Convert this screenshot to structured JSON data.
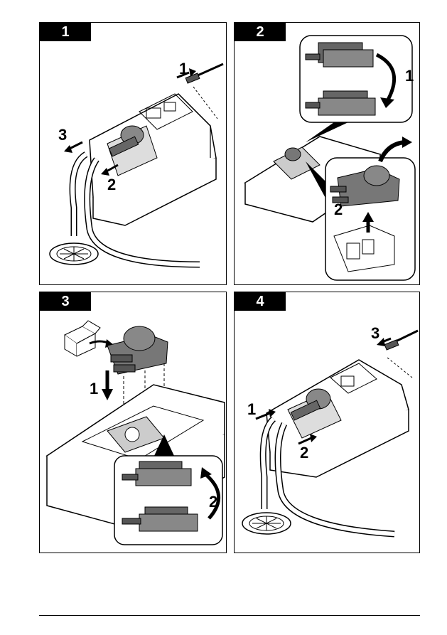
{
  "steps": [
    {
      "number": "1",
      "callouts": [
        "1",
        "2",
        "3"
      ]
    },
    {
      "number": "2",
      "callouts": [
        "1",
        "2"
      ]
    },
    {
      "number": "3",
      "callouts": [
        "1",
        "2"
      ]
    },
    {
      "number": "4",
      "callouts": [
        "1",
        "2",
        "3"
      ]
    }
  ]
}
